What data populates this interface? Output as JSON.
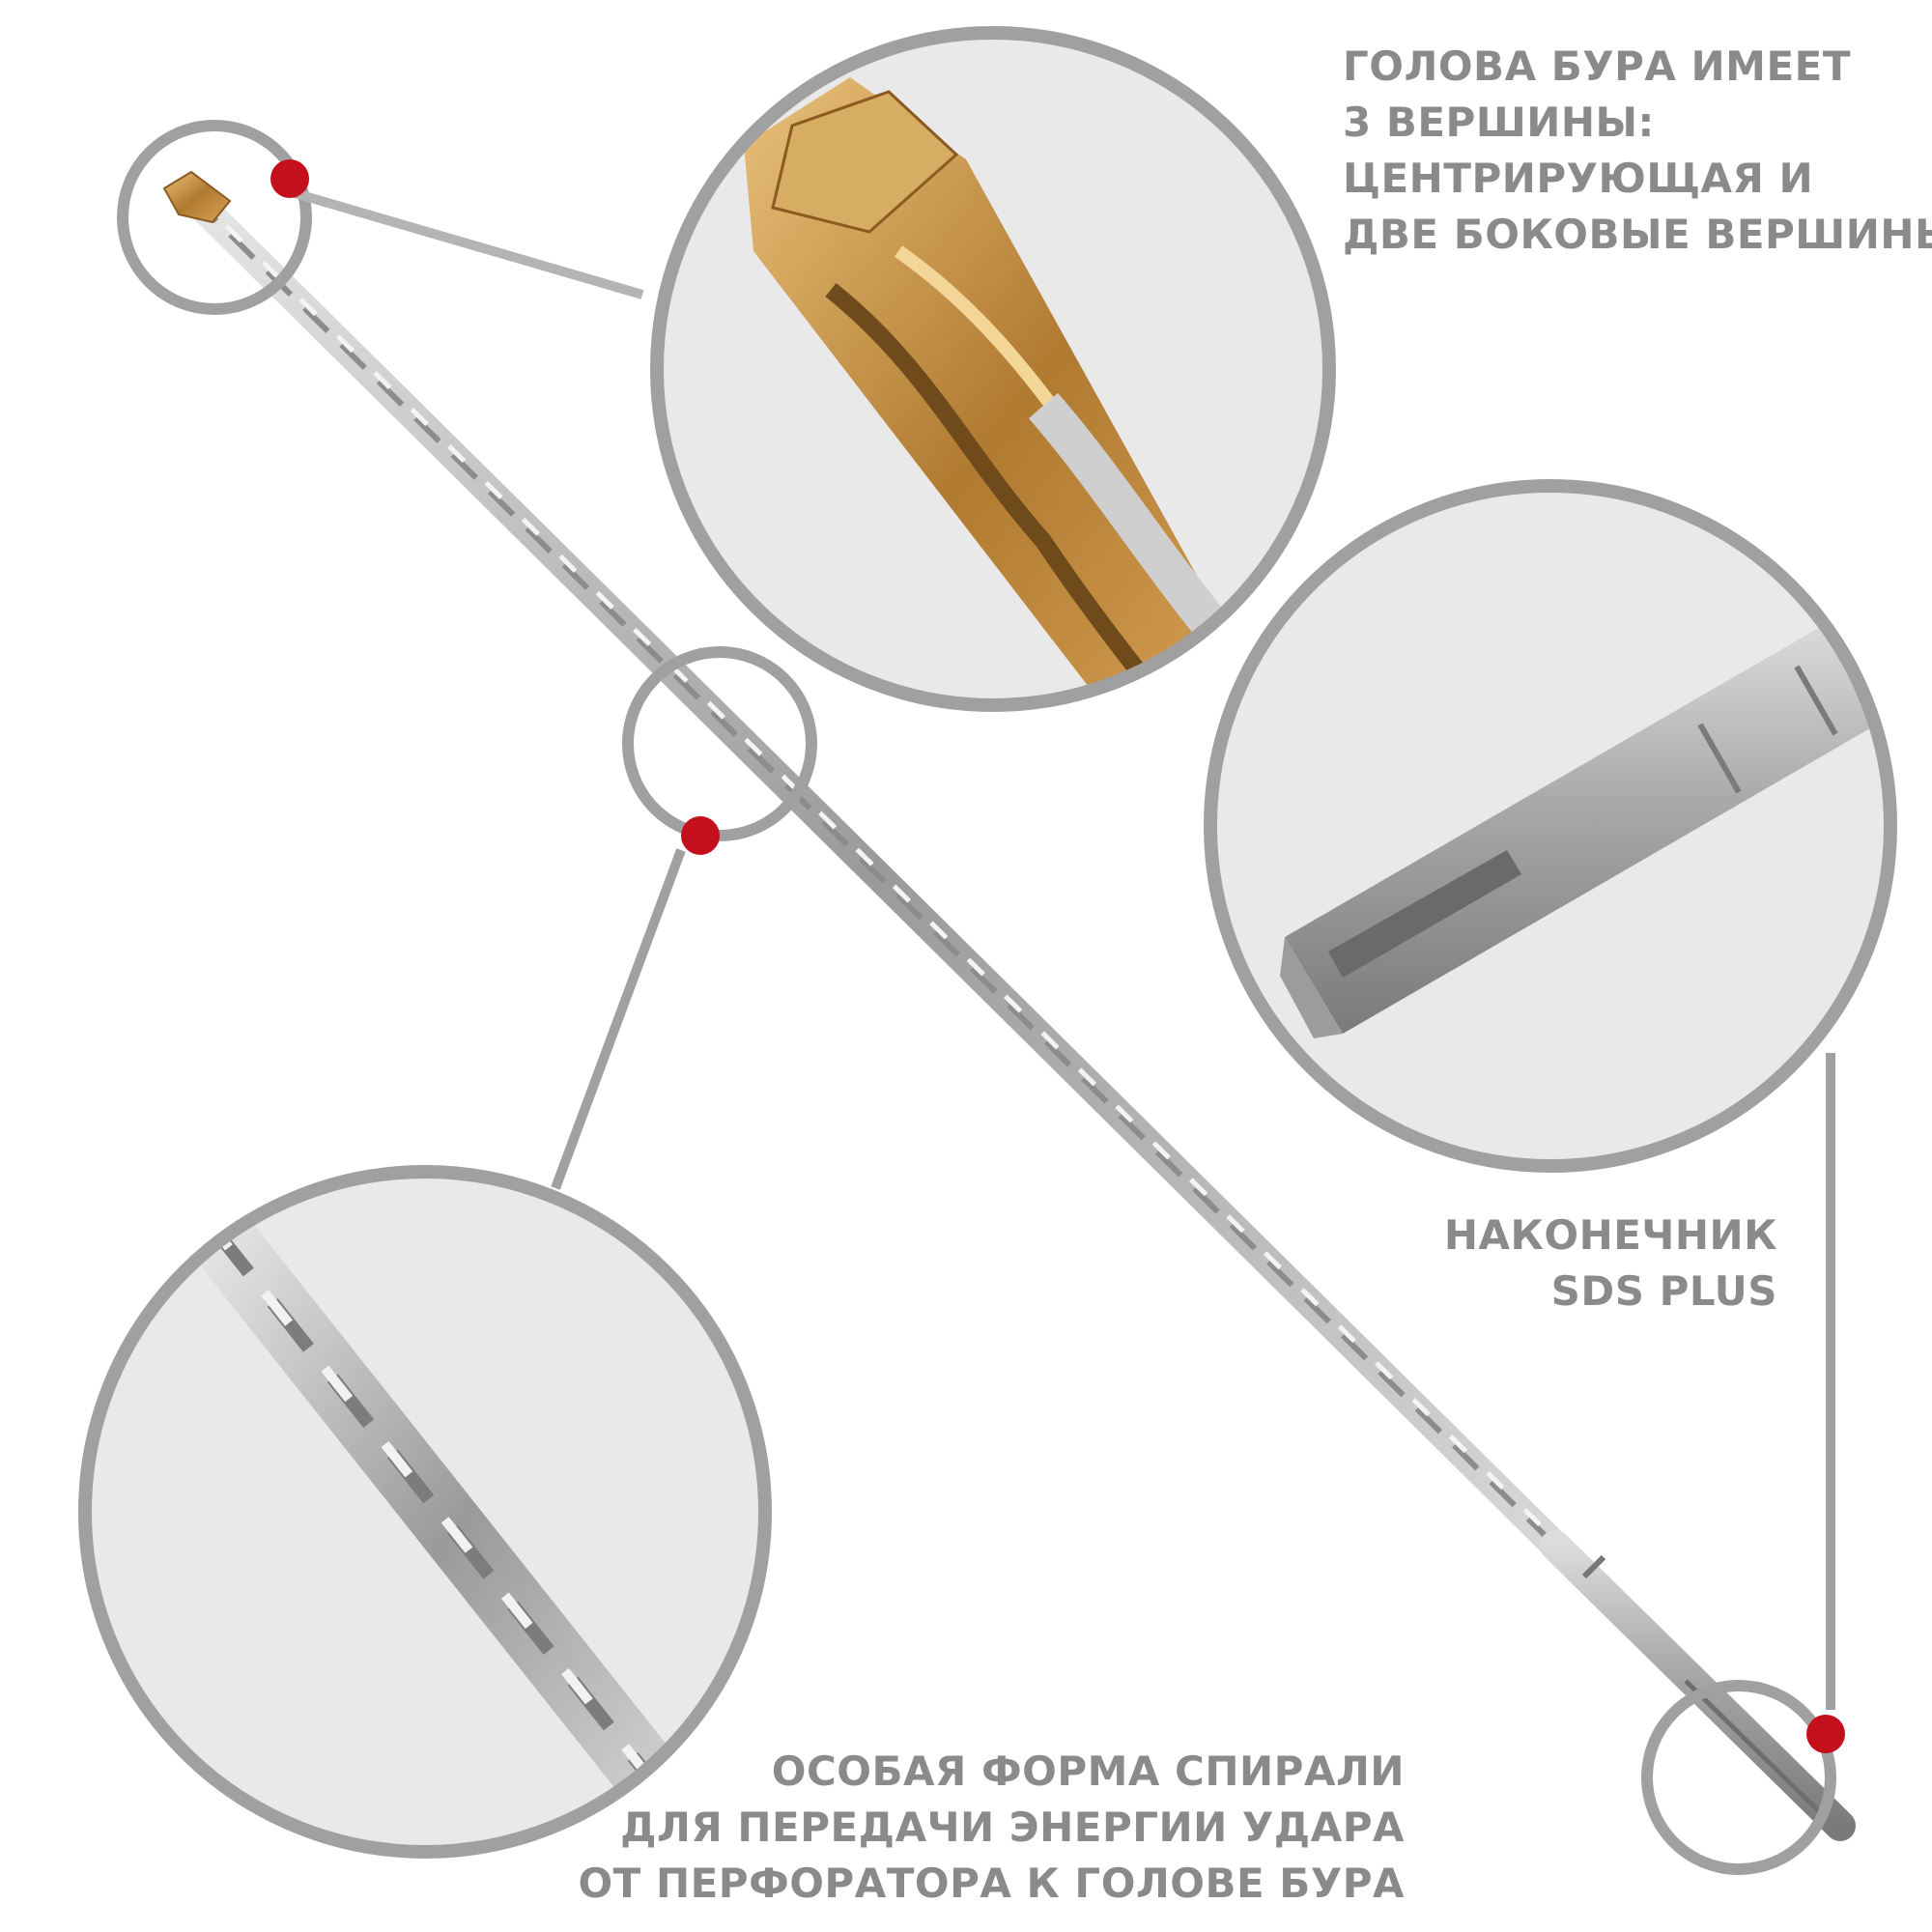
{
  "image": {
    "subject": "SDS Plus hammer drill bit with zoom-in callouts",
    "colors": {
      "background": "#ffffff",
      "callout_ring": "#a0a0a0",
      "callout_dot": "#c4101c",
      "caption_text": "#8a8a8a",
      "zoom_bg": "#e9e9e9",
      "carbide_gold": "#c08a3e",
      "steel": "#b8b8b8"
    }
  },
  "callouts": {
    "head": {
      "lines": [
        "ГОЛОВА БУРА ИМЕЕТ",
        "3 ВЕРШИНЫ:",
        "ЦЕНТРИРУЮЩАЯ И",
        "ДВЕ БОКОВЫЕ ВЕРШИНЫ"
      ]
    },
    "shank": {
      "lines": [
        "НАКОНЕЧНИК",
        "SDS PLUS"
      ]
    },
    "spiral": {
      "lines": [
        "ОСОБАЯ ФОРМА СПИРАЛИ",
        "ДЛЯ ПЕРЕДАЧИ ЭНЕРГИИ УДАРА",
        "ОТ ПЕРФОРАТОРА К ГОЛОВЕ БУРА"
      ]
    }
  }
}
